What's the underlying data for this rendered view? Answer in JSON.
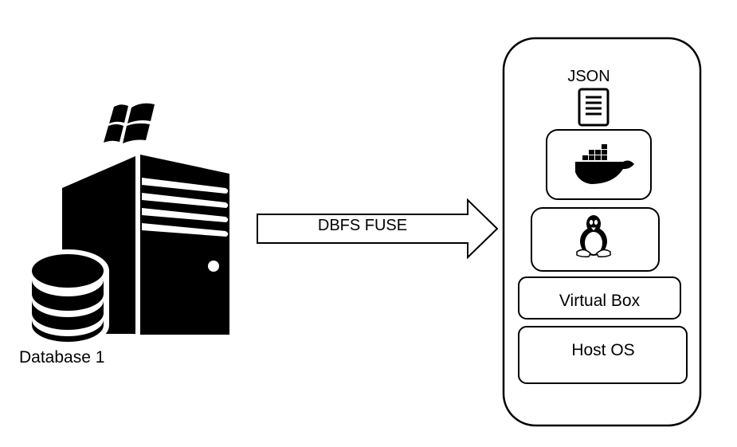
{
  "labels": {
    "database": "Database 1",
    "arrow": "DBFS FUSE",
    "json": "JSON",
    "virtualbox": "Virtual Box",
    "host_os": "Host OS"
  },
  "icons": {
    "server": "windows-server-icon",
    "database": "database-icon",
    "document": "json-document-icon",
    "docker": "docker-whale-icon",
    "linux": "linux-tux-icon"
  },
  "colors": {
    "ink": "#000000",
    "background": "#ffffff"
  }
}
